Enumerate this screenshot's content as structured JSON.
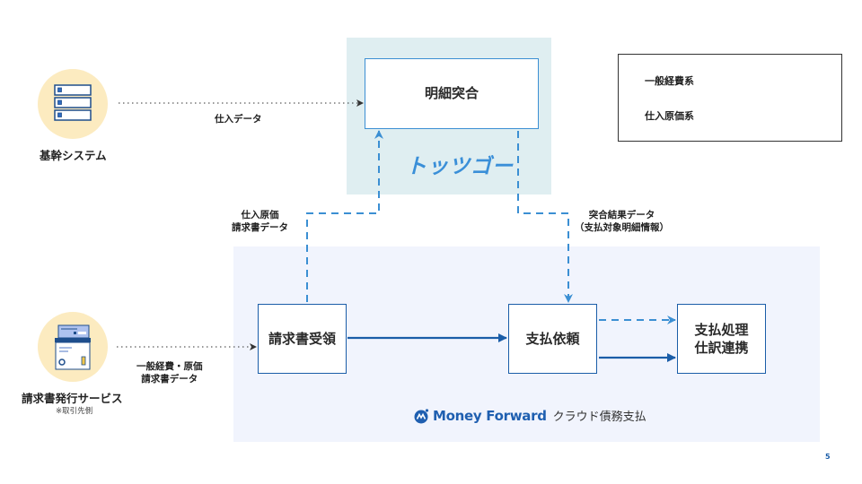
{
  "colors": {
    "general_expense": "#1a5da8",
    "purchase_cost": "#3b8fd3",
    "tsugo_region": "#dfeef1",
    "mf_region": "#f1f4fd",
    "icon_circle": "#fcebc0"
  },
  "legend": {
    "items": [
      {
        "label": "一般経費系",
        "style": "solid"
      },
      {
        "label": "仕入原価系",
        "style": "dashed"
      }
    ]
  },
  "nodes": {
    "core_system": {
      "label": "基幹システム",
      "icon": "server-icon"
    },
    "invoice_service": {
      "label": "請求書発行サービス",
      "note": "※取引先側",
      "icon": "invoice-envelope-icon"
    },
    "reconciliation": {
      "label": "明細突合"
    },
    "invoice_receipt": {
      "label": "請求書受領"
    },
    "payment_request": {
      "label": "支払依頼"
    },
    "payment_processing": {
      "line1": "支払処理",
      "line2": "仕訳連携"
    }
  },
  "edge_labels": {
    "purchase_data": "仕入データ",
    "purchase_invoice_line1": "仕入原価",
    "purchase_invoice_line2": "請求書データ",
    "match_result_line1": "突合結果データ",
    "match_result_line2": "（支払対象明細情報）",
    "general_invoice_line1": "一般経費・原価",
    "general_invoice_line2": "請求書データ"
  },
  "brands": {
    "tsugo": "トッツゴー",
    "money_forward": "Money Forward",
    "money_forward_product": "クラウド債務支払"
  },
  "page_number": "5"
}
